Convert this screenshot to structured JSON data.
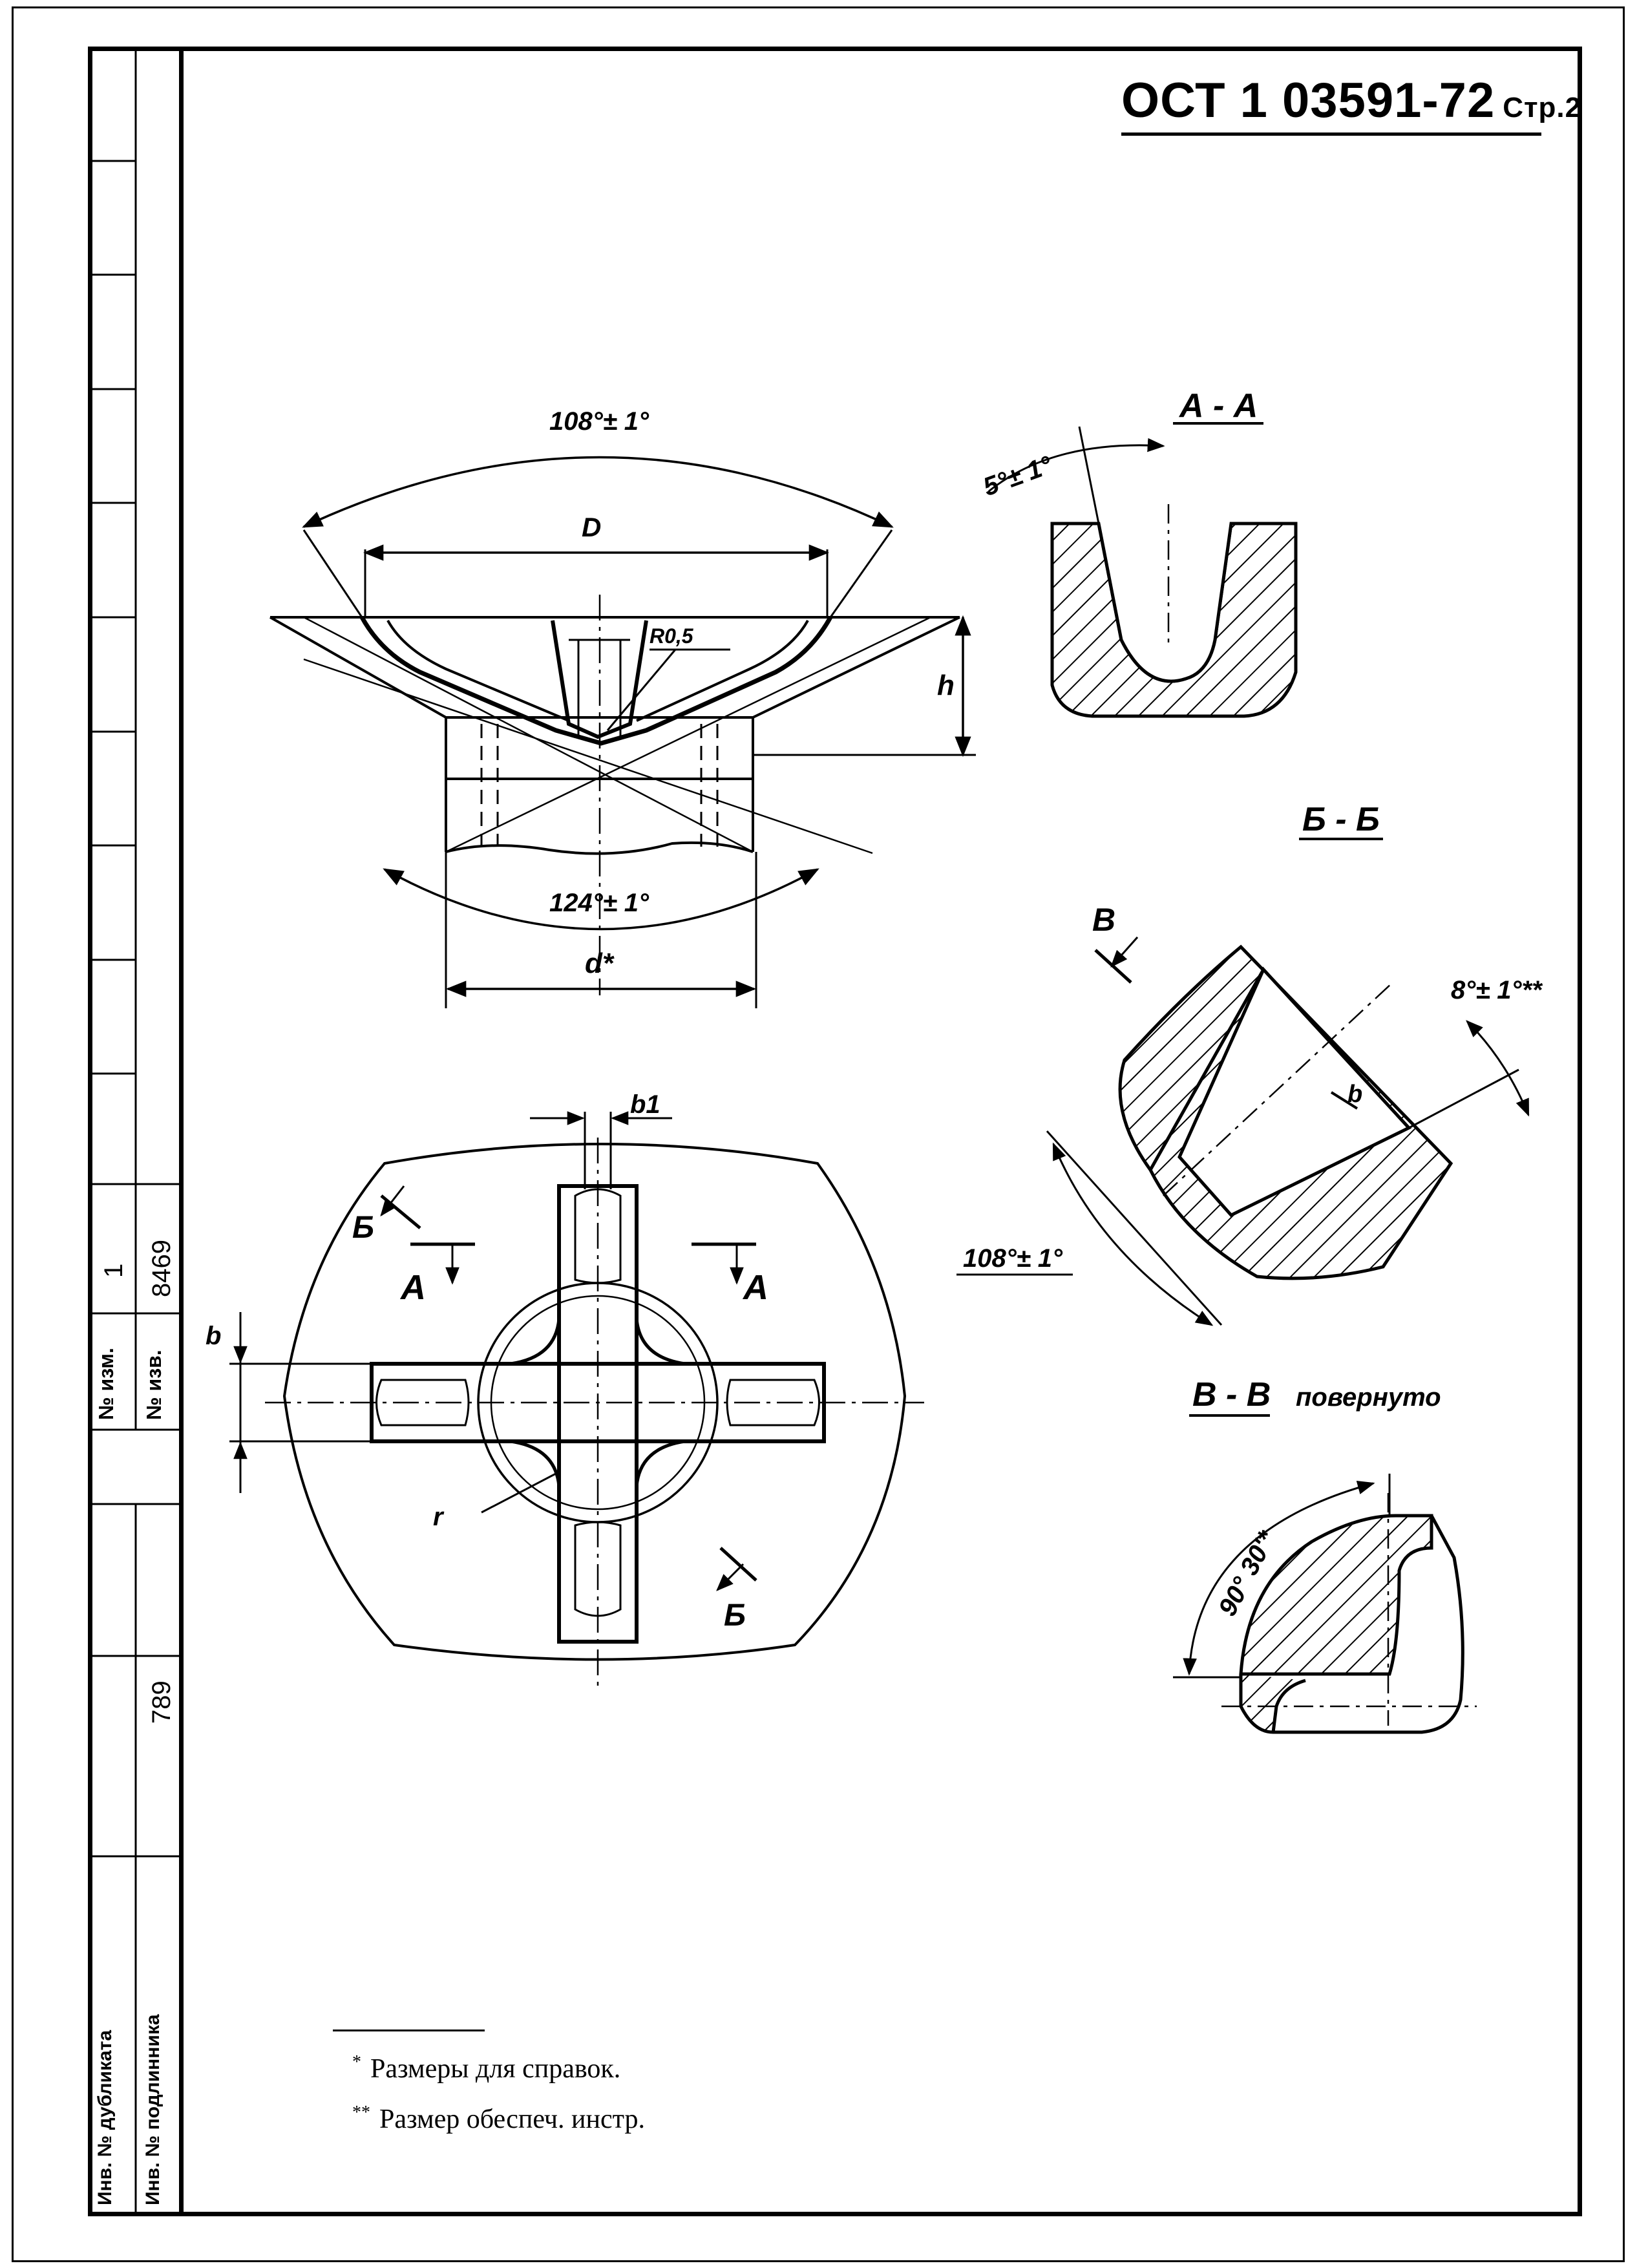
{
  "header": {
    "code": "ОСТ 1 03591-72",
    "page": "Стр.2"
  },
  "sidebar": {
    "change_no_label": "№ изм.",
    "notice_no_label": "№ изв.",
    "change_no": "1",
    "notice_no": "8469",
    "duplicate_label": "Инв. № дубликата",
    "original_label": "Инв. № подлинника",
    "original_no": "789"
  },
  "top_view": {
    "angle_top": "108°± 1°",
    "dim_D": "D",
    "dim_R": "R0,5",
    "dim_h": "h",
    "angle_bottom": "124°± 1°",
    "dim_d": "d*"
  },
  "plan_view": {
    "dim_b1": "b1",
    "dim_b": "b",
    "dim_r": "r",
    "cut_A_left": "A",
    "cut_A_right": "A",
    "cut_B_top": "Б",
    "cut_B_bottom": "Б"
  },
  "section_AA": {
    "title": "А - А",
    "angle": "5°± 1°"
  },
  "section_BB": {
    "title": "Б - Б",
    "cut_V": "В",
    "angle_right": "8°± 1°**",
    "angle_left": "108°± 1°",
    "dim_b": "b"
  },
  "section_VV": {
    "title": "В - В",
    "note": "повернуто",
    "angle": "90° 30'*"
  },
  "notes": [
    {
      "mark": "*",
      "text": "Размеры для справок."
    },
    {
      "mark": "**",
      "text": "Размер обеспеч. инстр."
    }
  ]
}
